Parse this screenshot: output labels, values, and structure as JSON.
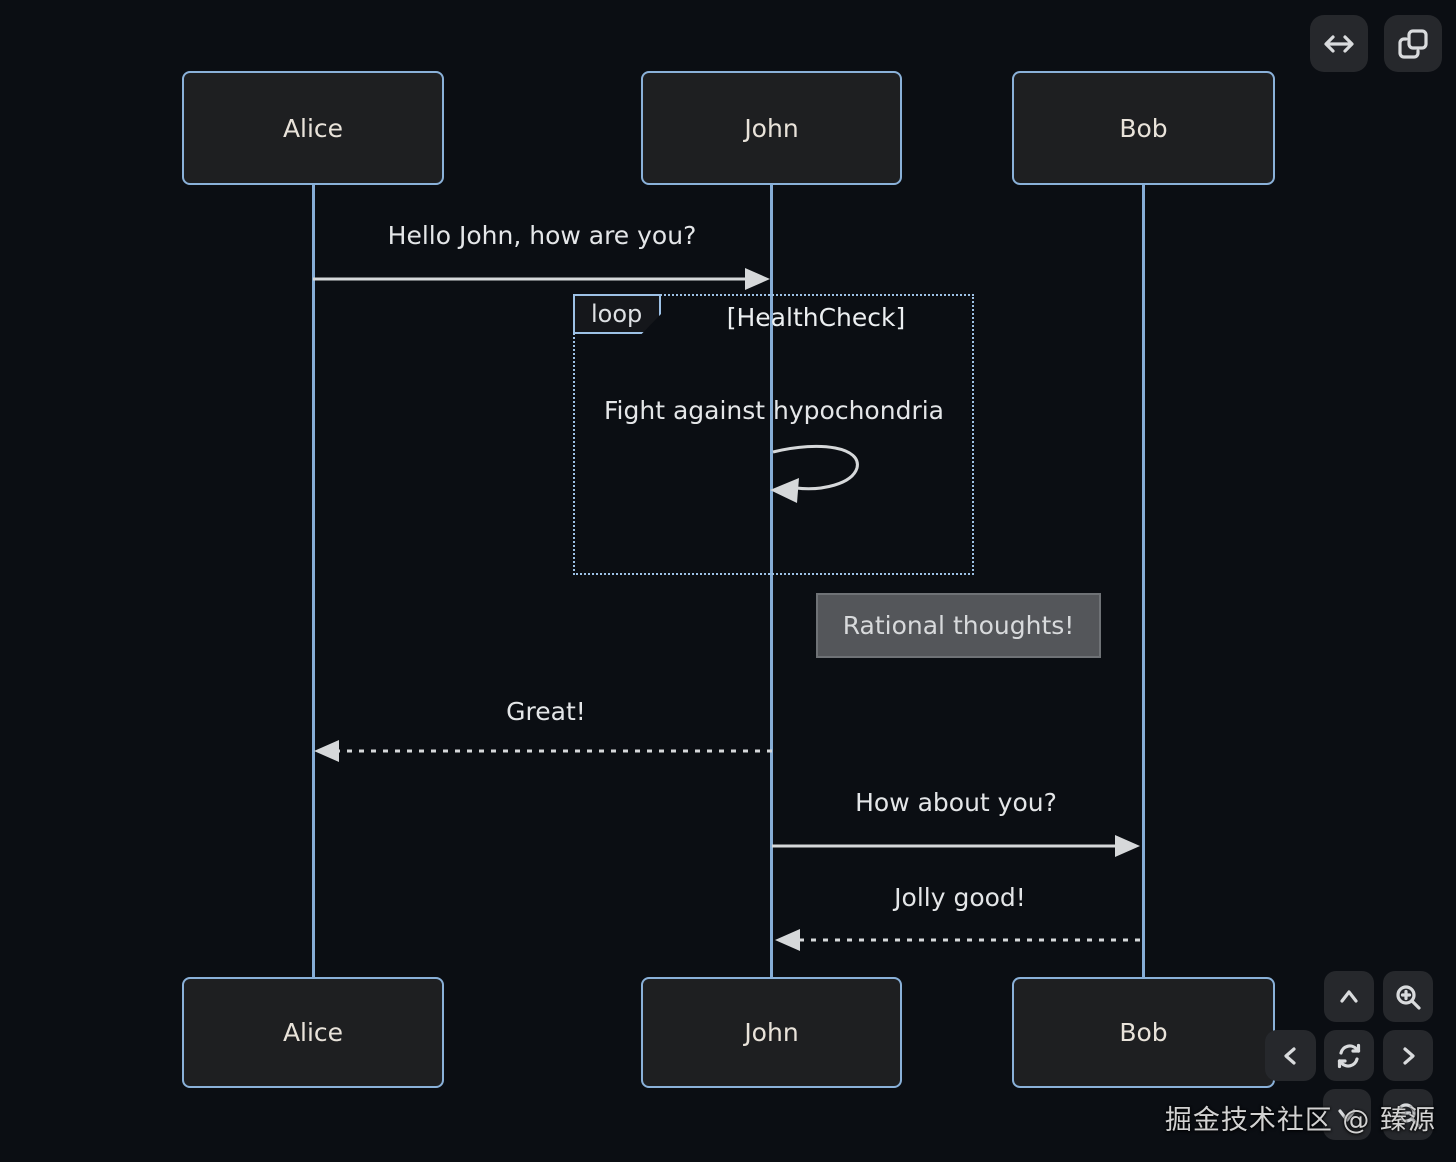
{
  "diagram": {
    "actors": [
      {
        "label": "Alice"
      },
      {
        "label": "John"
      },
      {
        "label": "Bob"
      }
    ],
    "messages": [
      {
        "label": "Hello John, how are you?",
        "from": "Alice",
        "to": "John",
        "line": "solid"
      },
      {
        "label": "Great!",
        "from": "John",
        "to": "Alice",
        "line": "dashed"
      },
      {
        "label": "How about you?",
        "from": "John",
        "to": "Bob",
        "line": "solid"
      },
      {
        "label": "Jolly good!",
        "from": "Bob",
        "to": "John",
        "line": "dashed"
      }
    ],
    "loop": {
      "label": "loop",
      "condition": "[HealthCheck]"
    },
    "self_message": {
      "label": "Fight against hypochondria",
      "actor": "John"
    },
    "note": {
      "label": "Rational thoughts!"
    }
  },
  "viewer": {
    "top_buttons": [
      {
        "icon": "expand-horizontal-icon"
      },
      {
        "icon": "copy-icon"
      }
    ],
    "nav_buttons": [
      {
        "icon": "chevron-up-icon"
      },
      {
        "icon": "zoom-in-icon"
      },
      {
        "icon": "chevron-left-icon"
      },
      {
        "icon": "refresh-icon"
      },
      {
        "icon": "chevron-right-icon"
      },
      {
        "icon": "chevron-down-icon"
      },
      {
        "icon": "zoom-out-icon"
      }
    ]
  },
  "watermark": {
    "text": "掘金技术社区 @ 臻源"
  },
  "colors": {
    "background": "#0b0e13",
    "actor_fill": "#1e1f21",
    "actor_border": "#8ab1d9",
    "lifeline": "#86add6",
    "message_stroke": "#d6d8da",
    "loop_border": "#9dc1e6",
    "note_fill": "#54565a",
    "note_border": "#6f7276",
    "button_bg": "#26282c"
  }
}
